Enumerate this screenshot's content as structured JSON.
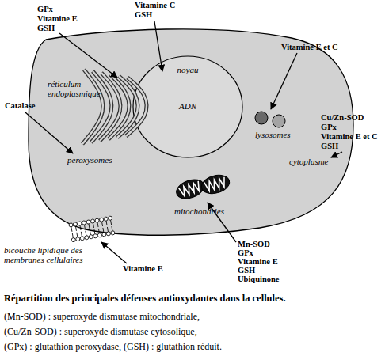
{
  "diagram": {
    "caption": "Répartition des principales défenses antioxydantes dans la cellules.",
    "nodes": [
      {
        "text": [
          "cytoplasme"
        ]
      },
      {
        "text": [
          "noyau",
          "ADN"
        ],
        "in": 0
      },
      {
        "text": [
          "réticulum endoplasmique"
        ],
        "in": 0
      },
      {
        "text": [
          "lysosomes"
        ],
        "in": 0
      },
      {
        "text": [
          "mitochondries"
        ],
        "in": 0
      },
      {
        "text": [
          "bicouche lipidique des membranes cellulaires"
        ]
      }
    ],
    "labels": [
      "GPx",
      "Vitamine E",
      "GSH",
      "Vitamine C",
      "GSH",
      "Vitamine E et C",
      "Catalase",
      "Cu/Zn-SOD",
      "GPx",
      "Vitamine E et C",
      "GSH",
      "peroxysomes",
      "Mn-SOD",
      "GPx",
      "Vitamine E",
      "GSH",
      "Ubiquinone",
      "Vitamine E",
      "(Mn-SOD) : superoxyde dismutase mitochondriale,",
      "(Cu/Zn-SOD) : superoxyde dismutase cytosolique,",
      "(GPx) : glutathion peroxydase, (GSH) : glutathion réduit."
    ]
  }
}
